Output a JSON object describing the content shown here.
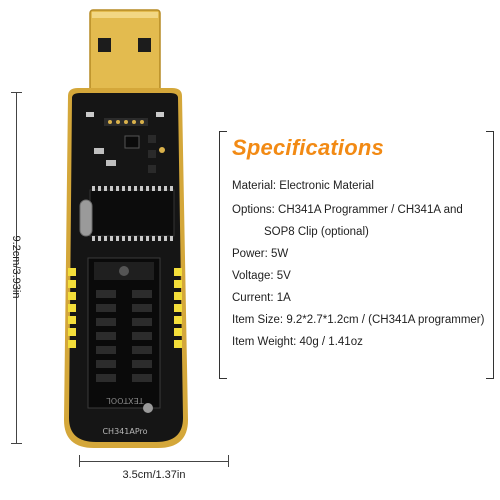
{
  "dimensions": {
    "height_label": "9.2cm/3.93in",
    "width_label": "3.5cm/1.37in"
  },
  "device": {
    "board_label": "CH341APro",
    "socket_label": "TEXTOOL",
    "colors": {
      "board": "#141414",
      "gold": "#d4a93a",
      "usb": "#e6c15a"
    }
  },
  "specifications": {
    "title": "Specifications",
    "title_color": "#f28a14",
    "lines": [
      "Material: Electronic Material",
      "Options: CH341A Programmer / CH341A and",
      "SOP8 Clip (optional)",
      "Power: 5W",
      "Voltage: 5V",
      "Current: 1A",
      "Item Size: 9.2*2.7*1.2cm / (CH341A programmer)",
      "Item Weight: 40g / 1.41oz"
    ]
  }
}
